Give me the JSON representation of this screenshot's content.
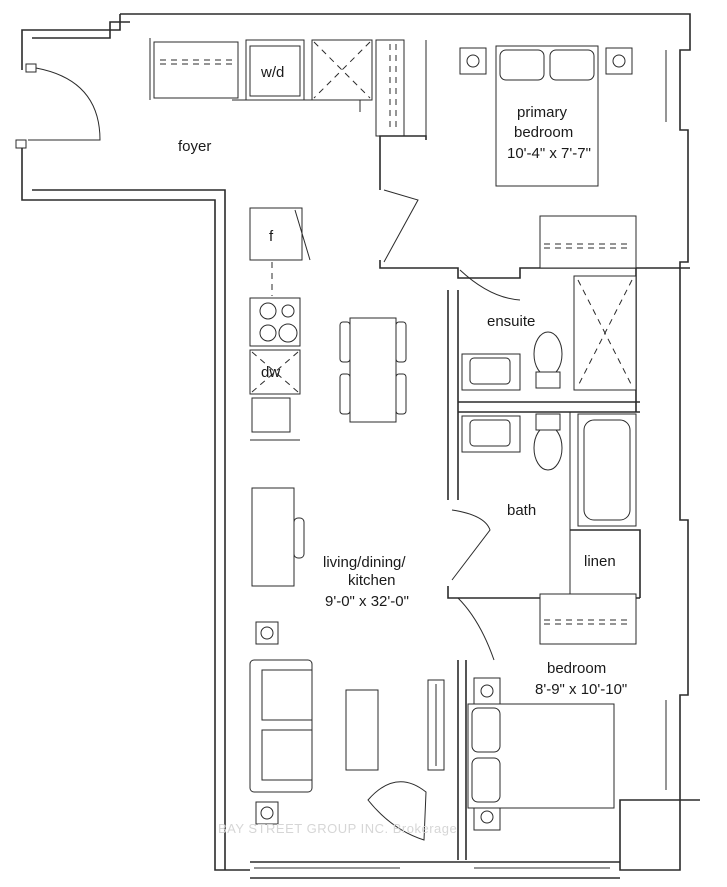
{
  "rooms": {
    "foyer": {
      "name": "foyer"
    },
    "primary_bedroom": {
      "name_line1": "primary",
      "name_line2": "bedroom",
      "dims": "10'-4\" x 7'-7\""
    },
    "ensuite": {
      "name": "ensuite"
    },
    "bath": {
      "name": "bath"
    },
    "linen": {
      "name": "linen"
    },
    "living": {
      "name_line1": "living/dining/",
      "name_line2": "kitchen",
      "dims": "9'-0\" x 32'-0\""
    },
    "bedroom": {
      "name": "bedroom",
      "dims": "8'-9\" x 10'-10\""
    }
  },
  "appliances": {
    "washer_dryer": "w/d",
    "fridge": "f",
    "dishwasher": "dw"
  },
  "watermark": "BAY STREET GROUP INC. Brokerage"
}
